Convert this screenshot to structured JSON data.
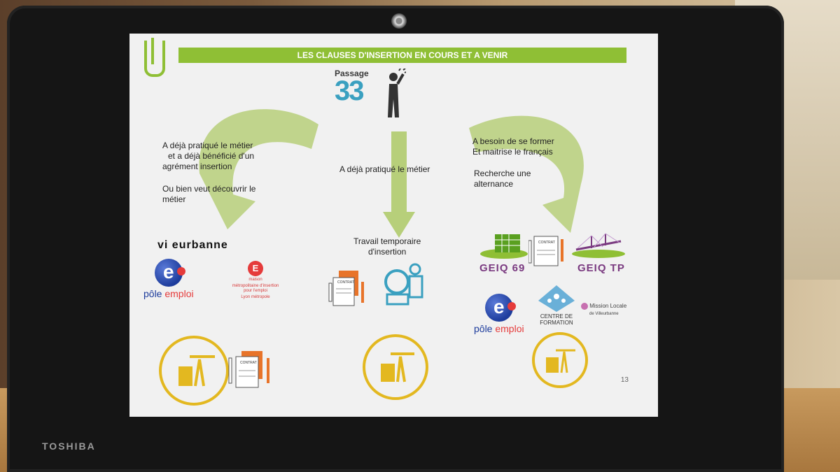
{
  "device": {
    "brand": "TOSHIBA"
  },
  "slide": {
    "title": "LES CLAUSES  D'INSERTION EN COURS ET A VENIR",
    "page_number": "13",
    "passage": {
      "word": "Passage",
      "number": "33"
    },
    "left": {
      "text1_line1": "A déjà pratiqué le métier",
      "text1_line2": "et a déjà bénéficié d'un",
      "text1_line3": "agrément insertion",
      "text2_line1": "Ou bien veut découvrir le",
      "text2_line2": "métier",
      "logo_villeurbanne": "vi  eurbanne",
      "pole_emploi_a": "pôle ",
      "pole_emploi_b": "emploi",
      "maison_letter": "E",
      "maison_text1": "maison",
      "maison_text2": "métropolitaine d'insertion pour l'emploi",
      "maison_text3": "Lyon métropole"
    },
    "center": {
      "text1": "A déjà pratiqué le métier",
      "text2_line1": "Travail temporaire",
      "text2_line2": "d'insertion"
    },
    "right": {
      "text1_line1": "A besoin de se former",
      "text1_line2": "Et maitrise le français",
      "text2_line1": "Recherche une",
      "text2_line2": "alternance",
      "geiq69": "GEIQ 69",
      "geiqtp": "GEIQ TP",
      "pole_emploi_a": "pôle ",
      "pole_emploi_b": "emploi",
      "cf_line1": "CENTRE DE",
      "cf_line2": "FORMATION",
      "ml_line1": "Mission Locale",
      "ml_line2": "de Villeurbanne"
    },
    "contract_label": "CONTRAT",
    "colors": {
      "accent_green": "#8fbf35",
      "arrow_green": "#b7cf7a",
      "yellow": "#e3b820",
      "orange": "#e8742a",
      "teal": "#3aa0c0"
    }
  }
}
